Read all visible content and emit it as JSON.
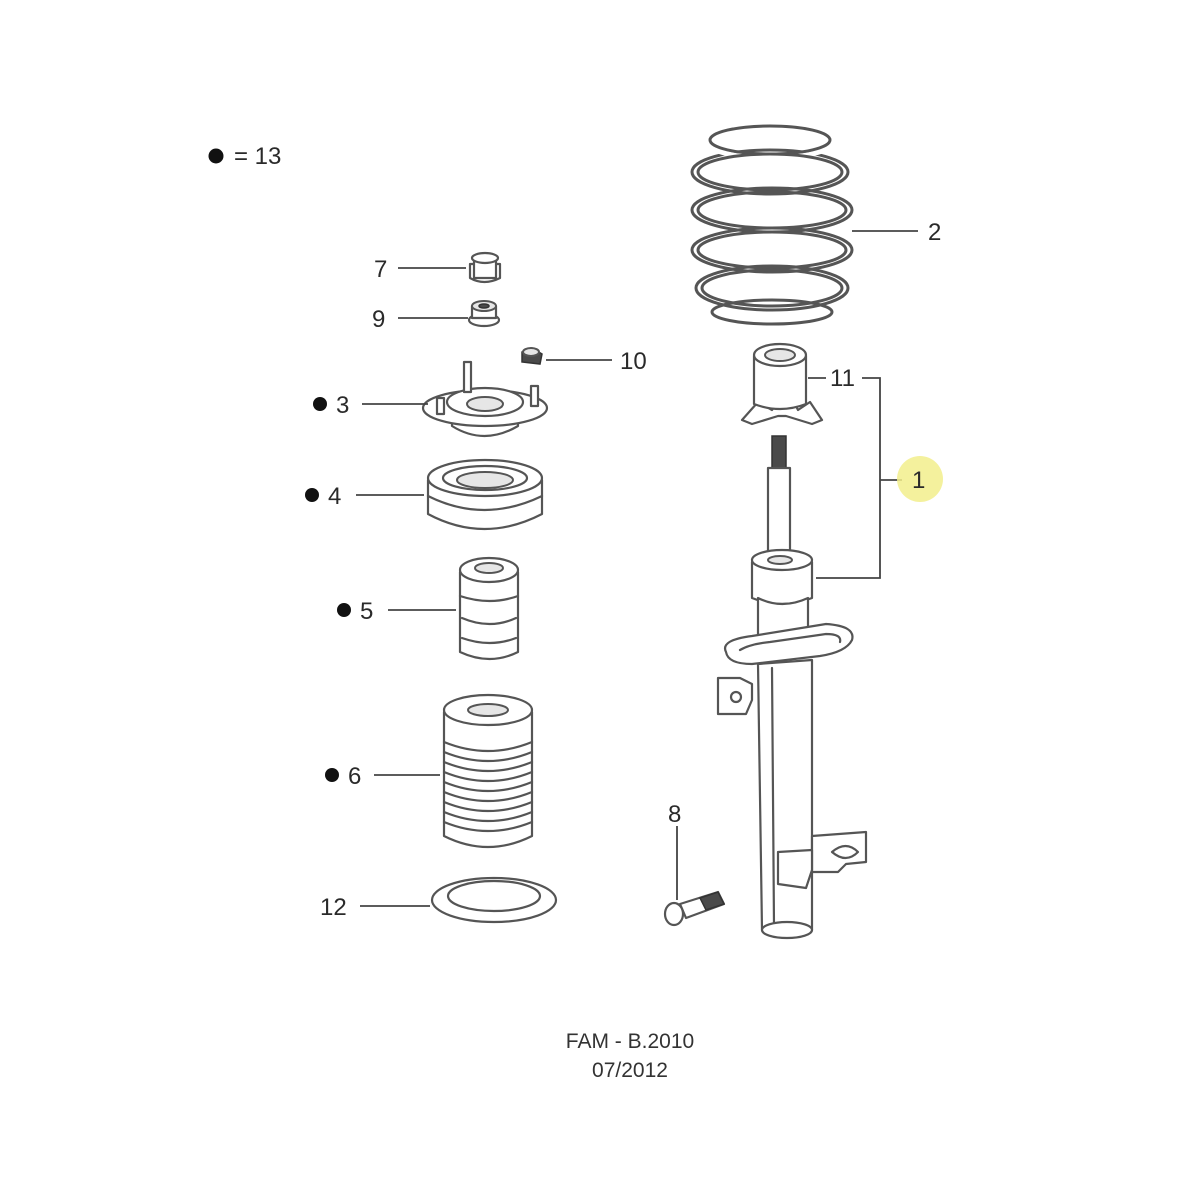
{
  "legend": {
    "symbol": "●",
    "text": "= 13"
  },
  "callouts": {
    "c1": "1",
    "c2": "2",
    "c3": "3",
    "c4": "4",
    "c5": "5",
    "c6": "6",
    "c7": "7",
    "c8": "8",
    "c9": "9",
    "c10": "10",
    "c11": "11",
    "c12": "12"
  },
  "highlight_color": "#f2ee8c",
  "footer": {
    "line1": "FAM - B.2010",
    "line2": "07/2012"
  }
}
